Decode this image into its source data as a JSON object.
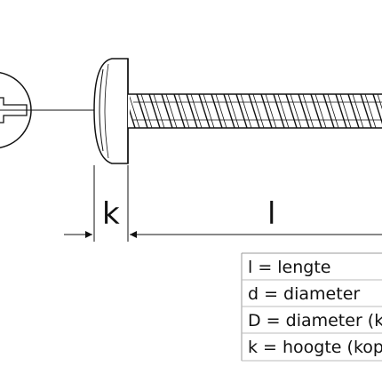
{
  "dimensions": {
    "k_label": "k",
    "l_label": "l"
  },
  "legend": {
    "rows": [
      "l = lengte",
      "d = diameter",
      "D = diameter (kop)",
      "k = hoogte (kop)"
    ]
  }
}
